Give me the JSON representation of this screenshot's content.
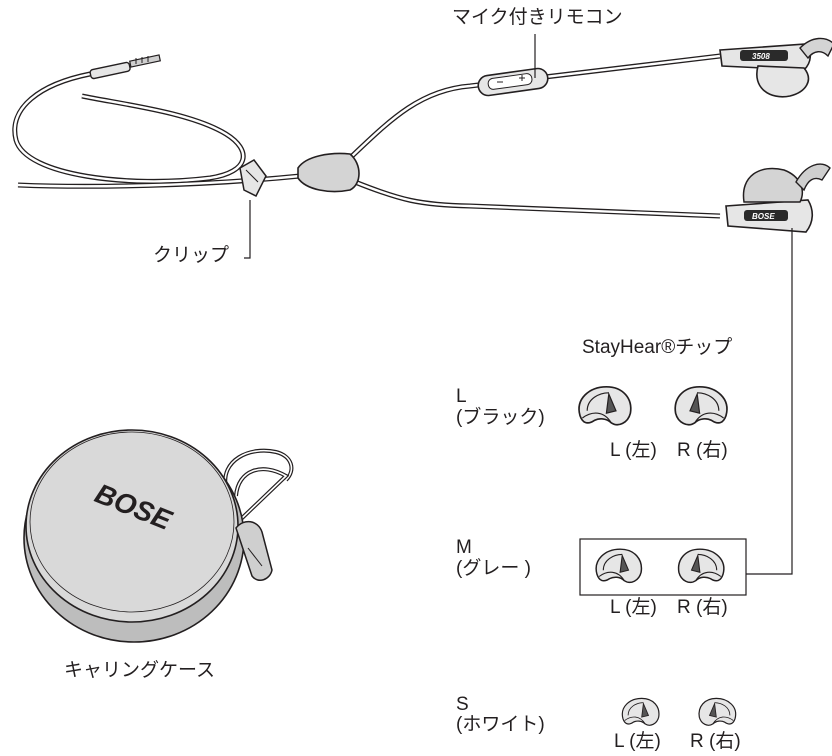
{
  "labels": {
    "remote": "マイク付きリモコン",
    "clip": "クリップ",
    "tips_title": "StayHear®チップ",
    "case": "キャリングケース"
  },
  "earbuds": {
    "model_text": "3508",
    "brand_text": "BOSE"
  },
  "case_brand": "BOSE",
  "tips": [
    {
      "size": "L",
      "color": "(ブラック)",
      "left": "L (左)",
      "right": "R (右)",
      "fill": "#e6e6e6"
    },
    {
      "size": "M",
      "color": "(グレー )",
      "left": "L (左)",
      "right": "R (右)",
      "fill": "#e6e6e6"
    },
    {
      "size": "S",
      "color": "(ホワイト)",
      "left": "L (左)",
      "right": "R (右)",
      "fill": "#e6e6e6"
    }
  ]
}
